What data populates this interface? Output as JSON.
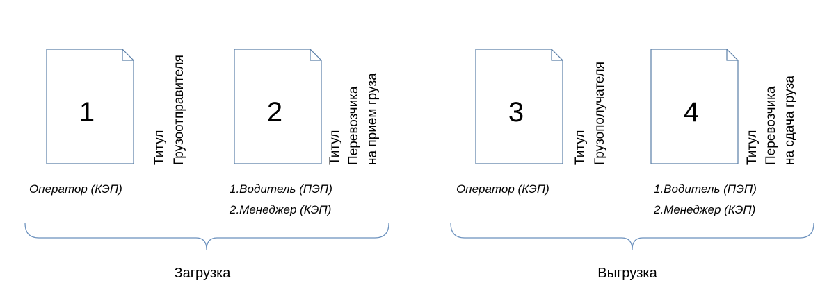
{
  "phases": [
    {
      "label": "Загрузка",
      "documents": [
        {
          "number": "1",
          "title_lines": [
            "Титул",
            "Грузоотправителя"
          ],
          "signers": [
            "Оператор (КЭП)"
          ]
        },
        {
          "number": "2",
          "title_lines": [
            "Титул",
            "Перевозчика",
            "на прием груза"
          ],
          "signers": [
            "1.Водитель (ПЭП)",
            "2.Менеджер (КЭП)"
          ]
        }
      ]
    },
    {
      "label": "Выгрузка",
      "documents": [
        {
          "number": "3",
          "title_lines": [
            "Титул",
            "Грузополучателя"
          ],
          "signers": [
            "Оператор (КЭП)"
          ]
        },
        {
          "number": "4",
          "title_lines": [
            "Титул",
            "Перевозчика",
            "на сдача груза"
          ],
          "signers": [
            "1.Водитель (ПЭП)",
            "2.Менеджер (КЭП)"
          ]
        }
      ]
    }
  ],
  "colors": {
    "document_border": "#5b7fa8",
    "brace": "#6a90bd"
  }
}
